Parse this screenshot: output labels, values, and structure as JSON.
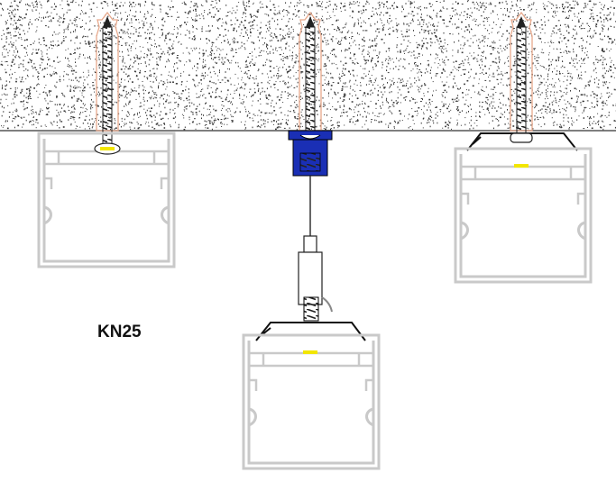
{
  "diagram": {
    "model_label": "KN25",
    "colors": {
      "ceiling_speckle": "#3a3a3a",
      "ceiling_line": "#555555",
      "profile": "#c9c9c9",
      "anchor_outline": "#e8a98c",
      "screw": "#222222",
      "suspension_block": "#1a2fb5",
      "clip": "#111111",
      "led": "#f2e600"
    },
    "mountings": [
      {
        "name": "surface-mount-screwed",
        "type": "direct"
      },
      {
        "name": "suspended-on-wire",
        "type": "pendant"
      },
      {
        "name": "surface-mount-with-clip",
        "type": "clip"
      }
    ]
  }
}
